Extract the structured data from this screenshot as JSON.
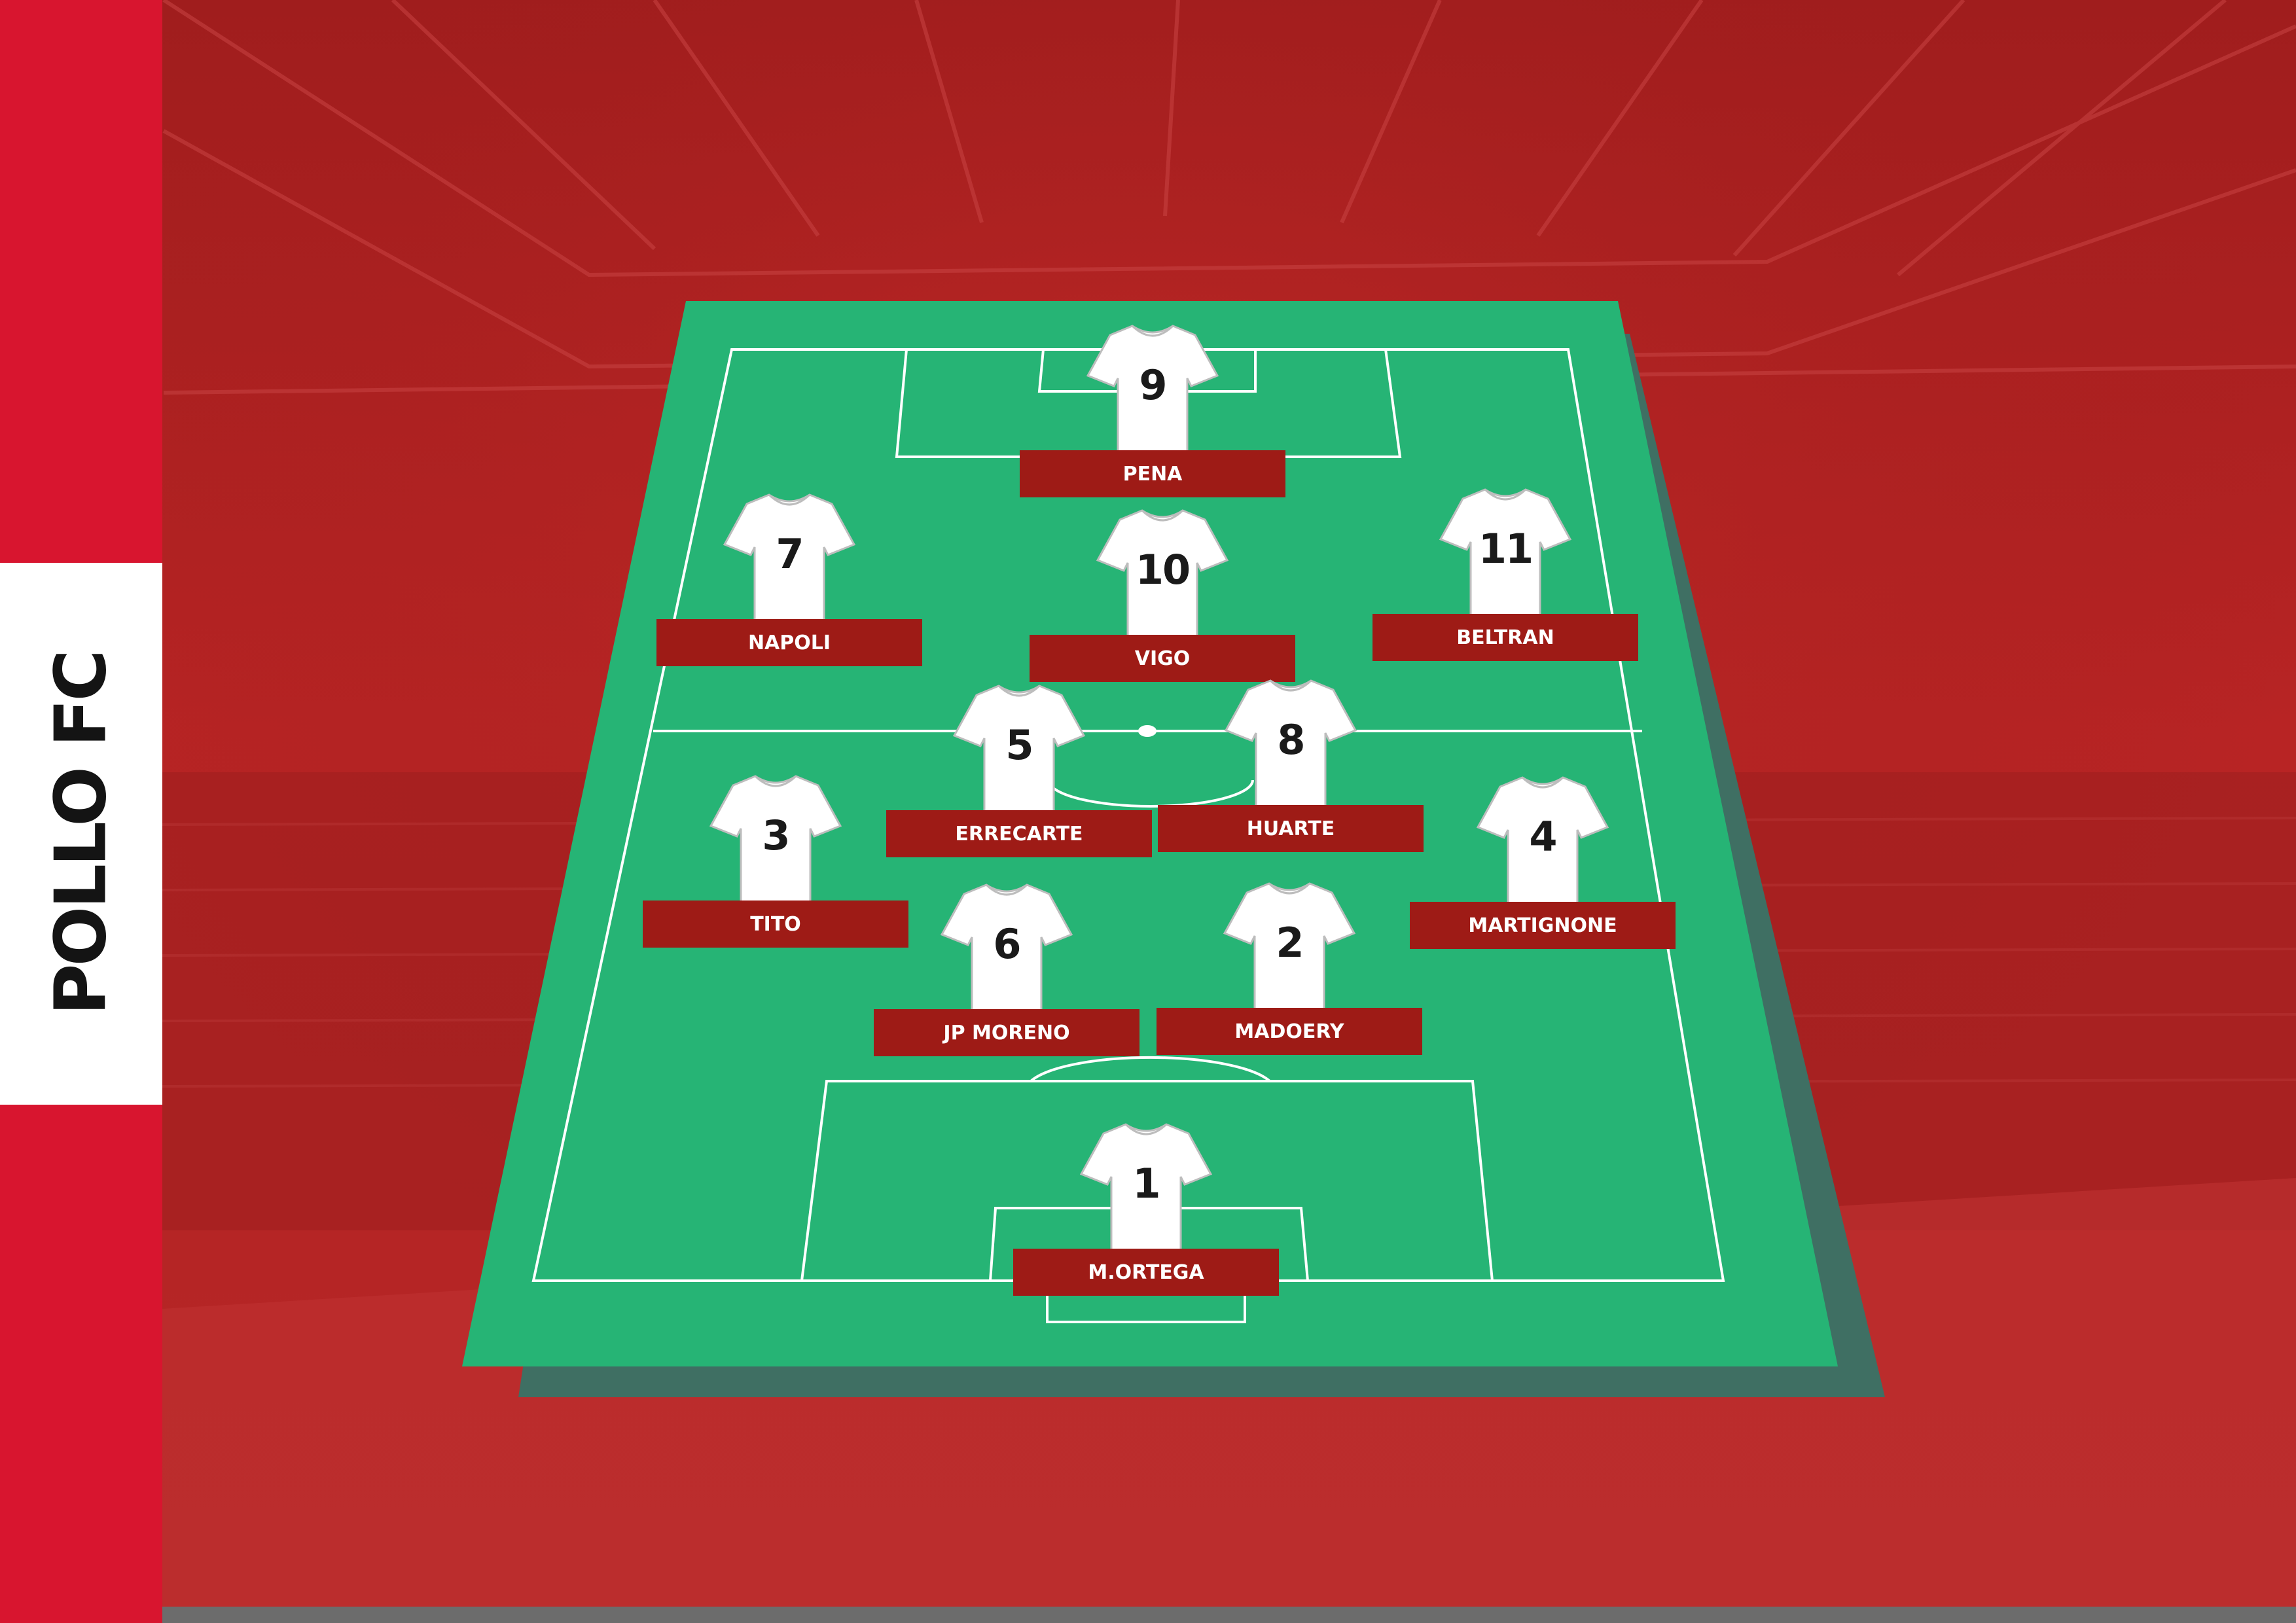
{
  "team": {
    "name": "POLLO FC"
  },
  "colors": {
    "background": "#b02222",
    "accent_strip": "#d8152f",
    "pitch": "#26b475",
    "pitch_shadow": "#3f6f63",
    "name_tag": "#9e1b16",
    "shirt": "#ffffff"
  },
  "players": [
    {
      "number": "9",
      "name": "PENA"
    },
    {
      "number": "7",
      "name": "NAPOLI"
    },
    {
      "number": "10",
      "name": "VIGO"
    },
    {
      "number": "11",
      "name": "BELTRAN"
    },
    {
      "number": "5",
      "name": "ERRECARTE"
    },
    {
      "number": "8",
      "name": "HUARTE"
    },
    {
      "number": "3",
      "name": "TITO"
    },
    {
      "number": "4",
      "name": "MARTIGNONE"
    },
    {
      "number": "6",
      "name": "JP MORENO"
    },
    {
      "number": "2",
      "name": "MADOERY"
    },
    {
      "number": "1",
      "name": "M.ORTEGA"
    }
  ]
}
